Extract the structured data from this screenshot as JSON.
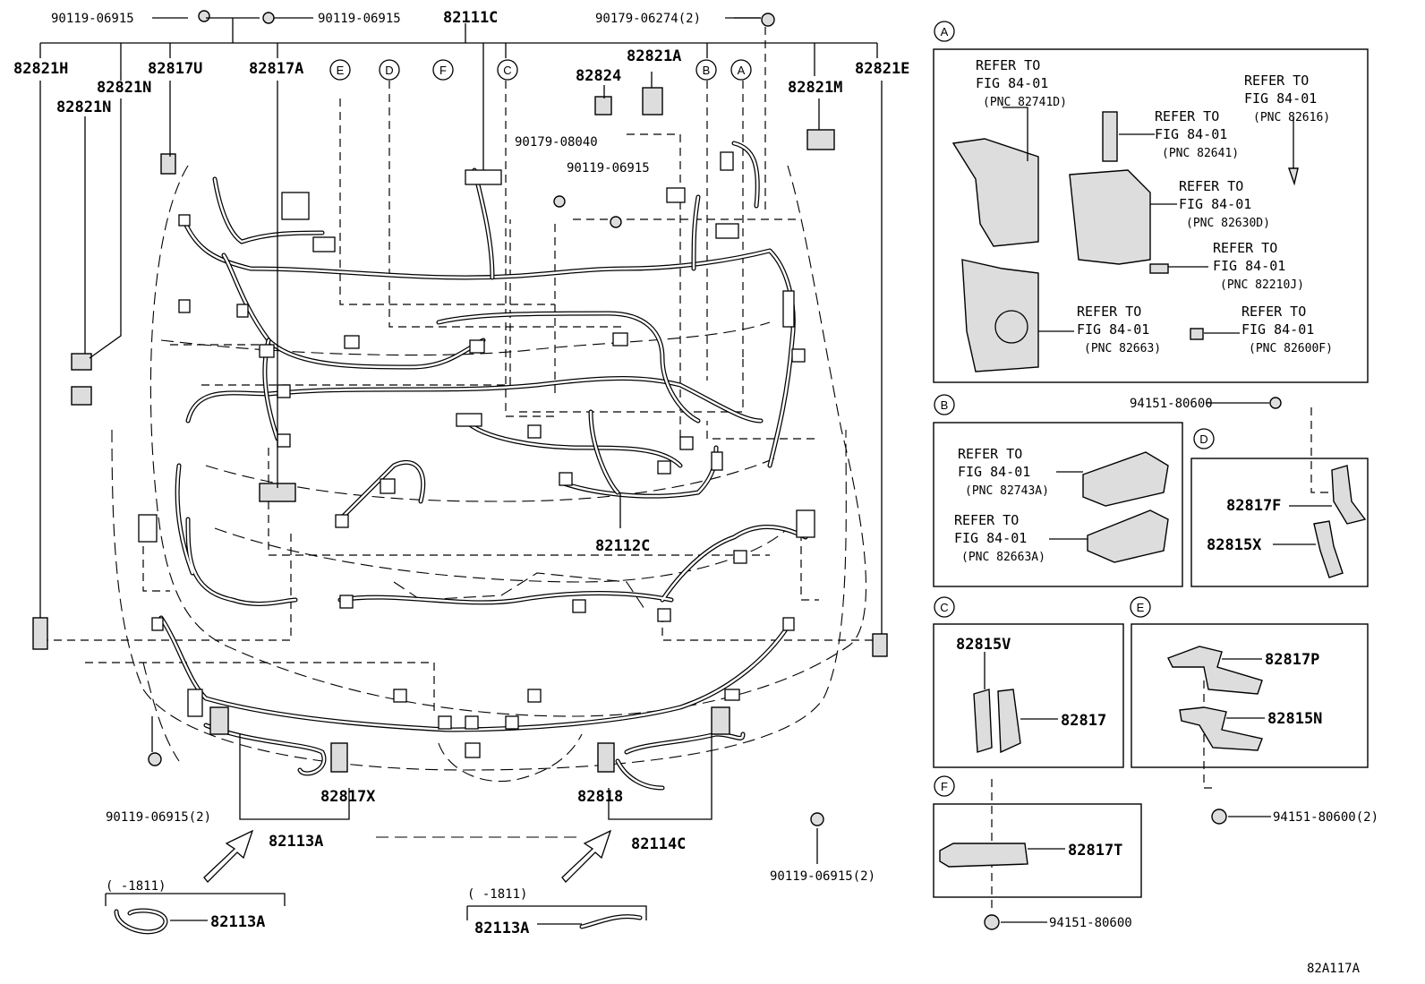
{
  "diagram_id": "82A117A",
  "main_labels": {
    "p90119_06915_tl": "90119-06915",
    "p90119_06915_tr": "90119-06915",
    "p82111C": "82111C",
    "p90179_06274": "90179-06274(2)",
    "p82821H": "82821H",
    "p82821N_a": "82821N",
    "p82821N_b": "82821N",
    "p82817U": "82817U",
    "p82817A": "82817A",
    "p82824": "82824",
    "p82821A": "82821A",
    "p82821M": "82821M",
    "p82821E": "82821E",
    "p90179_08040": "90179-08040",
    "p90119_06915_mid": "90119-06915",
    "p82112C": "82112C",
    "p82817X": "82817X",
    "p82818": "82818",
    "p82113A": "82113A",
    "p82114C": "82114C",
    "p90119_06915_2_l": "90119-06915(2)",
    "p90119_06915_2_r": "90119-06915(2)",
    "range_l": "(    -1811)",
    "range_r": "(    -1811)",
    "p82113A_l": "82113A",
    "p82113A_r": "82113A"
  },
  "callouts": {
    "E": "E",
    "D": "D",
    "F": "F",
    "C": "C",
    "B": "B",
    "A": "A"
  },
  "panel_A": {
    "tag": "A",
    "refs": [
      {
        "l1": "REFER TO",
        "l2": "FIG 84-01",
        "l3": "(PNC 82741D)"
      },
      {
        "l1": "REFER TO",
        "l2": "FIG 84-01",
        "l3": "(PNC 82616)"
      },
      {
        "l1": "REFER TO",
        "l2": "FIG 84-01",
        "l3": "(PNC 82641)"
      },
      {
        "l1": "REFER TO",
        "l2": "FIG 84-01",
        "l3": "(PNC 82630D)"
      },
      {
        "l1": "REFER TO",
        "l2": "FIG 84-01",
        "l3": "(PNC 82210J)"
      },
      {
        "l1": "REFER TO",
        "l2": "FIG 84-01",
        "l3": "(PNC 82663)"
      },
      {
        "l1": "REFER TO",
        "l2": "FIG 84-01",
        "l3": "(PNC 82600F)"
      }
    ]
  },
  "panel_B": {
    "tag": "B",
    "refs": [
      {
        "l1": "REFER TO",
        "l2": "FIG 84-01",
        "l3": "(PNC 82743A)"
      },
      {
        "l1": "REFER TO",
        "l2": "FIG 84-01",
        "l3": "(PNC 82663A)"
      }
    ]
  },
  "panel_D": {
    "tag": "D",
    "clip": "94151-80600",
    "parts": [
      "82817F",
      "82815X"
    ]
  },
  "panel_C": {
    "tag": "C",
    "parts": [
      "82815V",
      "82817"
    ]
  },
  "panel_E": {
    "tag": "E",
    "parts": [
      "82817P",
      "82815N"
    ],
    "clip": "94151-80600(2)"
  },
  "panel_F": {
    "tag": "F",
    "parts": [
      "82817T"
    ],
    "clip": "94151-80600"
  }
}
